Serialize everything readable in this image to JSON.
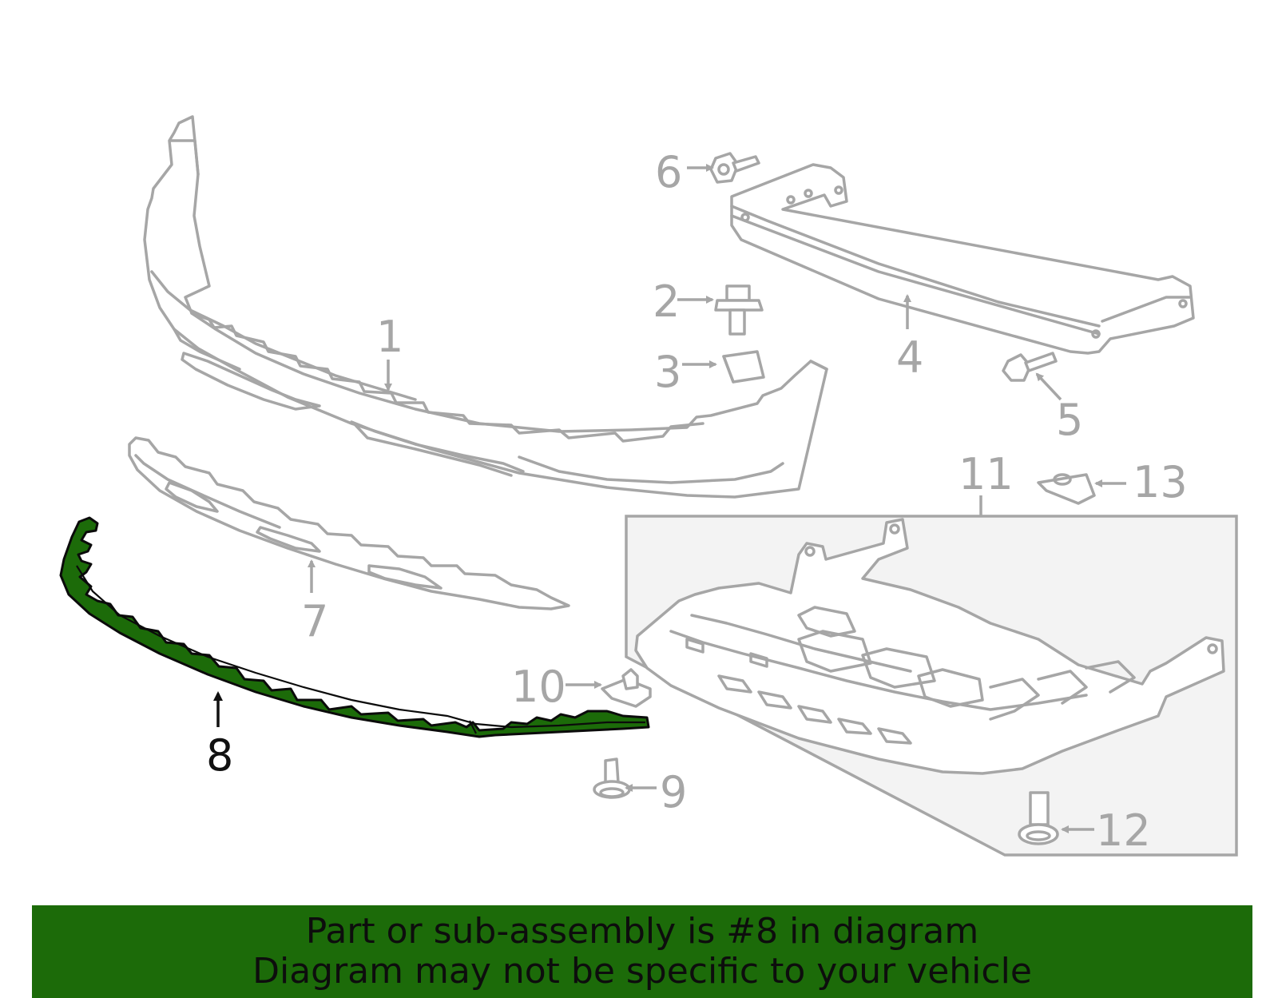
{
  "callouts": {
    "c1": "1",
    "c2": "2",
    "c3": "3",
    "c4": "4",
    "c5": "5",
    "c6": "6",
    "c7": "7",
    "c8": "8",
    "c9": "9",
    "c10": "10",
    "c11": "11",
    "c12": "12",
    "c13": "13"
  },
  "highlighted_part": "8",
  "colors": {
    "highlight": "#1c6b09",
    "line_art": "#a6a6a6",
    "banner_bg": "#1c6b09"
  },
  "banner": {
    "line1": "Part or sub-assembly is #8 in diagram",
    "line2": "Diagram may not be specific to your vehicle"
  }
}
